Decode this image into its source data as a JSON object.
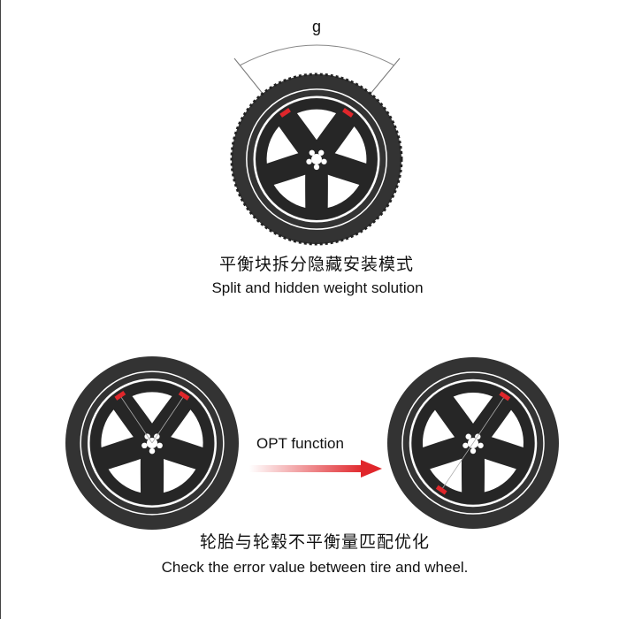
{
  "top": {
    "angle_label": "g",
    "title_cn": "平衡块拆分隐藏安装模式",
    "title_en": "Split and hidden weight solution"
  },
  "bottom": {
    "arrow_label": "OPT function",
    "title_cn": "轮胎与轮毂不平衡量匹配优化",
    "title_en": "Check the error value between tire and wheel."
  },
  "colors": {
    "tire": "#333333",
    "rim": "#262626",
    "weight": "#e0262b",
    "arrow": "#e0262b"
  }
}
